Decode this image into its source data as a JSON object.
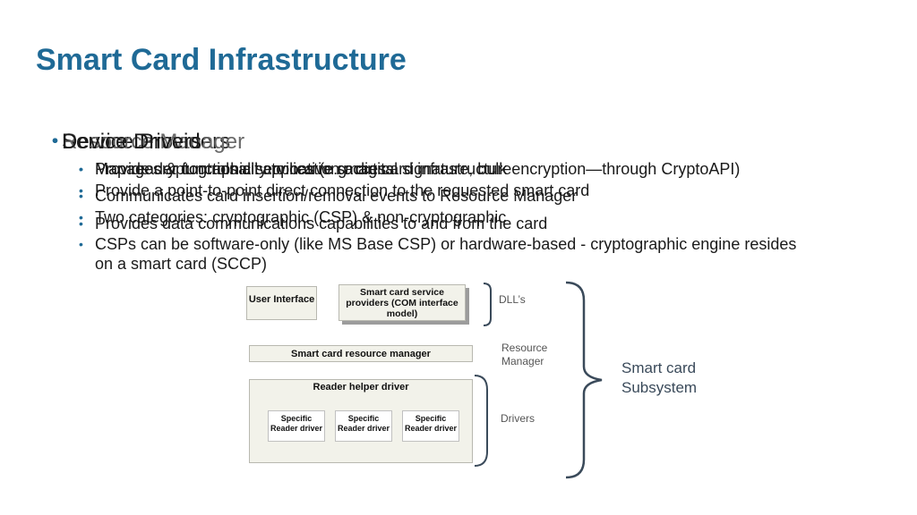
{
  "title": "Smart Card Infrastructure",
  "layer_a": {
    "heading": "Service Providers",
    "bullets": [
      "Provide cryptographic services (e.g. digital signature, bulk encryption—through CryptoAPI)",
      "Two categories: cryptographic (CSP) & non-cryptographic",
      "CSPs can be software-only (like MS Base CSP) or hardware-based - cryptographic engine resides on a smart card (SCCP)"
    ]
  },
  "layer_b": {
    "heading": "Resource Manager",
    "bullets": [
      "Manages & controls all application access"
    ]
  },
  "layer_c": {
    "heading": "Device Drivers",
    "bullets": [
      "Map reader functionality to native smart card infrastructure",
      "Communicates card insertion/removal events to Resource Manager",
      "Provides data communications capabilities to and from the card"
    ]
  },
  "layer_d": {
    "bullets": [
      "Provide a point-to-point direct connection to the requested smart card"
    ]
  },
  "diagram": {
    "user_interface": "User Interface",
    "service_providers": "Smart card service providers (COM interface model)",
    "resource_manager": "Smart card resource manager",
    "reader_helper": "Reader helper driver",
    "drivers": [
      "Specific Reader driver",
      "Specific Reader driver",
      "Specific Reader driver"
    ],
    "label_dlls": "DLL’s",
    "label_resource_manager": "Resource Manager",
    "label_drivers": "Drivers",
    "label_subsystem": "Smart card Subsystem"
  },
  "colors": {
    "title": "#1f6a96",
    "bullet": "#1f6a96",
    "box_fill": "#f2f2ea"
  }
}
